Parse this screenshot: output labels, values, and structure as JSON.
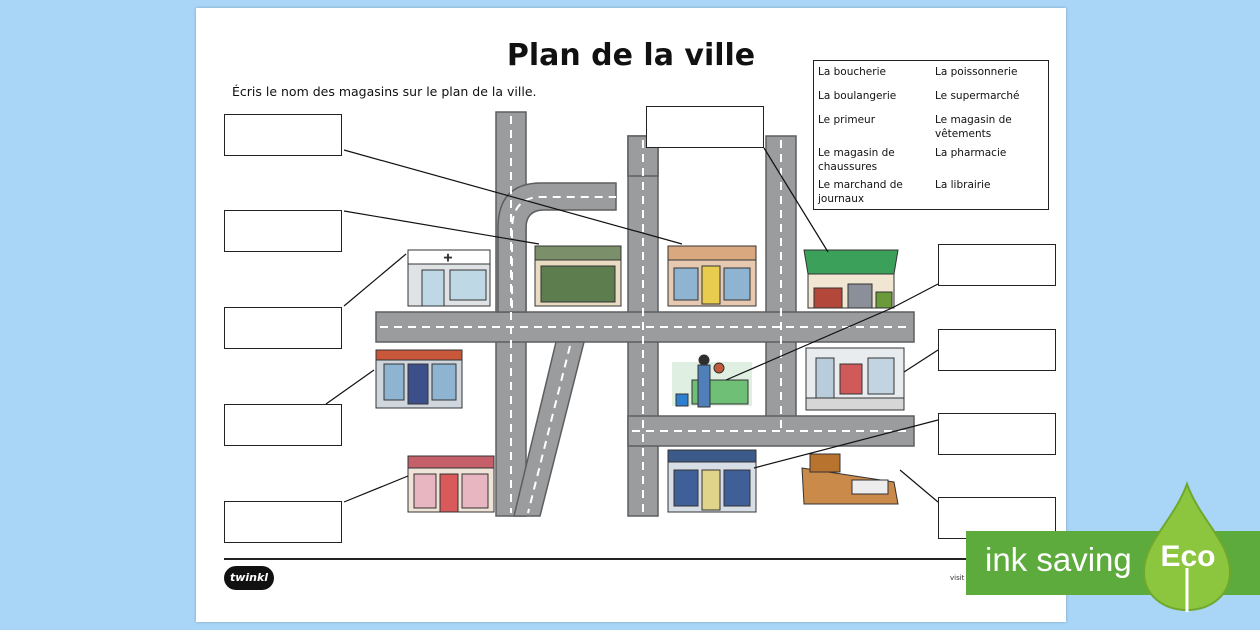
{
  "worksheet": {
    "title": "Plan de la ville",
    "instruction": "Écris le nom des magasins sur le plan de la ville."
  },
  "word_bank": {
    "left": [
      "La boucherie",
      "La boulangerie",
      "Le primeur",
      "Le magasin de chaussures",
      "Le marchand de journaux"
    ],
    "right": [
      "La poissonnerie",
      "Le supermarché",
      "Le magasin de vêtements",
      "La pharmacie",
      "La librairie"
    ]
  },
  "footer": {
    "logo": "twinkl",
    "visit": "visit"
  },
  "eco_banner": {
    "text": "ink saving",
    "label": "Eco"
  },
  "colors": {
    "background": "#a9d6f7",
    "road": "#9a9c9e",
    "eco_green": "#5dab3c"
  }
}
